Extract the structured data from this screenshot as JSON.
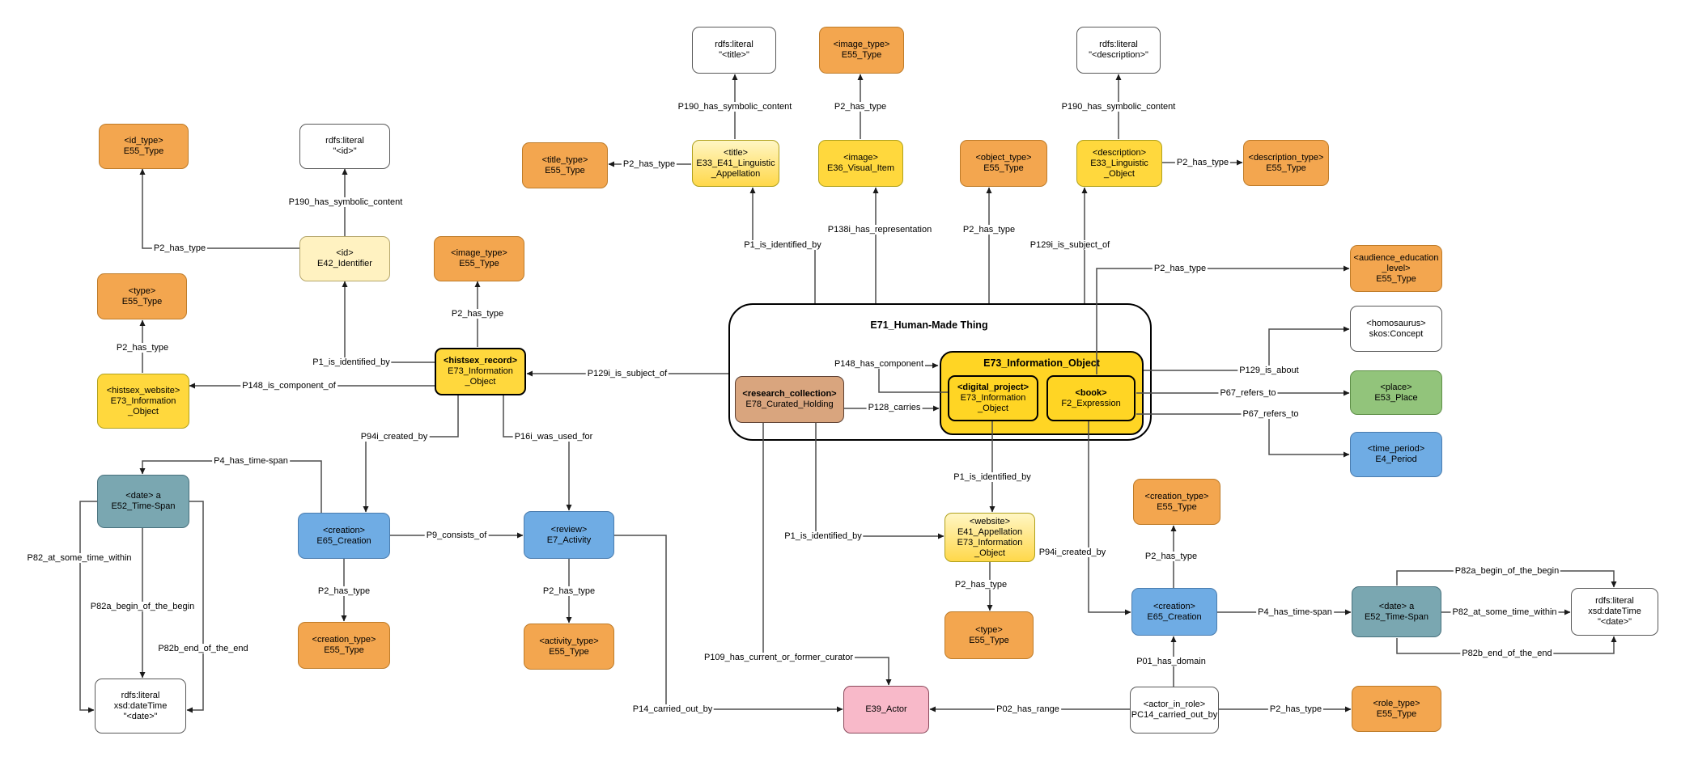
{
  "diagram": {
    "containers": [
      {
        "id": "e71",
        "label": "E71_Human-Made Thing"
      },
      {
        "id": "e73-group",
        "label": "E73_Information_Object"
      }
    ],
    "nodes": [
      {
        "id": "id-type",
        "color": "orange",
        "lines": [
          "<id_type>",
          "E55_Type"
        ]
      },
      {
        "id": "id-literal",
        "color": "white",
        "lines": [
          "rdfs:literal",
          "\"<id>\""
        ]
      },
      {
        "id": "type-left",
        "color": "orange",
        "lines": [
          "<type>",
          "E55_Type"
        ]
      },
      {
        "id": "histsex-website",
        "color": "yellow",
        "lines": [
          "<histsex_website>",
          "E73_Information",
          "_Object"
        ]
      },
      {
        "id": "id",
        "color": "cream",
        "lines": [
          "<id>",
          "E42_Identifier"
        ]
      },
      {
        "id": "image-type-mid",
        "color": "orange",
        "lines": [
          "<image_type>",
          "E55_Type"
        ]
      },
      {
        "id": "histsex-record",
        "color": "yellowBold",
        "bold": 1,
        "lines": [
          "<histsex_record>",
          "E73_Information",
          "_Object"
        ]
      },
      {
        "id": "date-left",
        "color": "teal",
        "lines": [
          "<date> a",
          "E52_Time-Span"
        ]
      },
      {
        "id": "creation-left",
        "color": "blue",
        "lines": [
          "<creation>",
          "E65_Creation"
        ]
      },
      {
        "id": "creation-type-left",
        "color": "orange",
        "lines": [
          "<creation_type>",
          "E55_Type"
        ]
      },
      {
        "id": "review",
        "color": "blue",
        "lines": [
          "<review>",
          "E7_Activity"
        ]
      },
      {
        "id": "activity-type",
        "color": "orange",
        "lines": [
          "<activity_type>",
          "E55_Type"
        ]
      },
      {
        "id": "datetime-left",
        "color": "white",
        "lines": [
          "rdfs:literal",
          "xsd:dateTime",
          "\"<date>\""
        ]
      },
      {
        "id": "title-literal",
        "color": "white",
        "lines": [
          "rdfs:literal",
          "\"<title>\""
        ]
      },
      {
        "id": "image-type-top",
        "color": "orange",
        "lines": [
          "<image_type>",
          "E55_Type"
        ]
      },
      {
        "id": "desc-literal",
        "color": "white",
        "lines": [
          "rdfs:literal",
          "\"<description>\""
        ]
      },
      {
        "id": "title-type",
        "color": "orange",
        "lines": [
          "<title_type>",
          "E55_Type"
        ]
      },
      {
        "id": "title",
        "color": "yellowGrad",
        "lines": [
          "<title>",
          "E33_E41_Linguistic",
          "_Appellation"
        ]
      },
      {
        "id": "image",
        "color": "yellow",
        "lines": [
          "<image>",
          "E36_Visual_Item"
        ]
      },
      {
        "id": "object-type",
        "color": "orange",
        "lines": [
          "<object_type>",
          "E55_Type"
        ]
      },
      {
        "id": "description",
        "color": "yellow",
        "lines": [
          "<description>",
          "E33_Linguistic",
          "_Object"
        ]
      },
      {
        "id": "description-type",
        "color": "orange",
        "lines": [
          "<description_type>",
          "E55_Type"
        ]
      },
      {
        "id": "research-collection",
        "color": "tan",
        "bold": 1,
        "lines": [
          "<research_collection>",
          "E78_Curated_Holding"
        ]
      },
      {
        "id": "digital-project",
        "color": "yellowStrong",
        "bold": 1,
        "lines": [
          "<digital_project>",
          "E73_Information",
          "_Object"
        ]
      },
      {
        "id": "book",
        "color": "yellowStrong",
        "bold": 1,
        "lines": [
          "<book>",
          "F2_Expression"
        ]
      },
      {
        "id": "audience",
        "color": "orange",
        "lines": [
          "<audience_education",
          "_level>",
          "E55_Type"
        ]
      },
      {
        "id": "homosaurus",
        "color": "white",
        "lines": [
          "<homosaurus>",
          "skos:Concept"
        ]
      },
      {
        "id": "place",
        "color": "green",
        "lines": [
          "<place>",
          "E53_Place"
        ]
      },
      {
        "id": "time-period",
        "color": "blue",
        "lines": [
          "<time_period>",
          "E4_Period"
        ]
      },
      {
        "id": "website",
        "color": "yellowGrad",
        "lines": [
          "<website>",
          "E41_Appellation",
          "E73_Information",
          "_Object"
        ]
      },
      {
        "id": "type2",
        "color": "orange",
        "lines": [
          "<type>",
          "E55_Type"
        ]
      },
      {
        "id": "actor",
        "color": "pink",
        "lines": [
          "E39_Actor"
        ]
      },
      {
        "id": "creation-type2",
        "color": "orange",
        "lines": [
          "<creation_type>",
          "E55_Type"
        ]
      },
      {
        "id": "creation2",
        "color": "blue",
        "lines": [
          "<creation>",
          "E65_Creation"
        ]
      },
      {
        "id": "actor-in-role",
        "color": "white",
        "lines": [
          "<actor_in_role>",
          "PC14_carried_out_by"
        ]
      },
      {
        "id": "date2",
        "color": "teal",
        "lines": [
          "<date> a",
          "E52_Time-Span"
        ]
      },
      {
        "id": "datetime2",
        "color": "white",
        "lines": [
          "rdfs:literal",
          "xsd:dateTime",
          "\"<date>\""
        ]
      },
      {
        "id": "role-type",
        "color": "orange",
        "lines": [
          "<role_type>",
          "E55_Type"
        ]
      }
    ],
    "edges": [
      {
        "id": "e-id-idtype",
        "label": "P2_has_type"
      },
      {
        "id": "e-id-literal",
        "label": "P190_has_symbolic_content"
      },
      {
        "id": "e-record-id",
        "label": "P1_is_identified_by"
      },
      {
        "id": "e-website-type",
        "label": "P2_has_type"
      },
      {
        "id": "e-record-website",
        "label": "P148_is_component_of"
      },
      {
        "id": "e-record-imagetype",
        "label": "P2_has_type"
      },
      {
        "id": "e-e71-record",
        "label": "P129i_is_subject_of"
      },
      {
        "id": "e-record-creation",
        "label": "P94i_created_by"
      },
      {
        "id": "e-record-review",
        "label": "P16i_was_used_for"
      },
      {
        "id": "e-creation-date",
        "label": "P4_has_time-span"
      },
      {
        "id": "e-date-within-l",
        "label": "P82_at_some_time_within"
      },
      {
        "id": "e-date-begin-l",
        "label": "P82a_begin_of_the_begin"
      },
      {
        "id": "e-date-end-l",
        "label": "P82b_end_of_the_end"
      },
      {
        "id": "e-creation-ctype",
        "label": "P2_has_type"
      },
      {
        "id": "e-creation-review",
        "label": "P9_consists_of"
      },
      {
        "id": "e-review-atype",
        "label": "P2_has_type"
      },
      {
        "id": "e-review-actor",
        "label": "P14_carried_out_by"
      },
      {
        "id": "e-rc-curator",
        "label": "P109_has_current_or_former_curator"
      },
      {
        "id": "e-rc-website",
        "label": "P1_is_identified_by"
      },
      {
        "id": "e-dp-website",
        "label": "P1_is_identified_by"
      },
      {
        "id": "e-rc-group",
        "label": "P128_carries"
      },
      {
        "id": "e-p148comp",
        "label": "P148_has_component"
      },
      {
        "id": "e-website-type2",
        "label": "P2_has_type"
      },
      {
        "id": "e-book-creation2",
        "label": "P94i_created_by"
      },
      {
        "id": "e-air-creation2",
        "label": "P01_has_domain"
      },
      {
        "id": "e-creation2-ctype2",
        "label": "P2_has_type"
      },
      {
        "id": "e-creation2-date2",
        "label": "P4_has_time-span"
      },
      {
        "id": "e-air-actor",
        "label": "P02_has_range"
      },
      {
        "id": "e-air-roletype",
        "label": "P2_has_type"
      },
      {
        "id": "e-title-literal",
        "label": "P190_has_symbolic_content"
      },
      {
        "id": "e-title-titletype",
        "label": "P2_has_type"
      },
      {
        "id": "e-e71-title",
        "label": "P1_is_identified_by"
      },
      {
        "id": "e-e71-image",
        "label": "P138i_has_representation"
      },
      {
        "id": "e-image-imagetype",
        "label": "P2_has_type"
      },
      {
        "id": "e-e71-objtype",
        "label": "P2_has_type"
      },
      {
        "id": "e-e71-desc",
        "label": "P129i_is_subject_of"
      },
      {
        "id": "e-desc-literal",
        "label": "P190_has_symbolic_content"
      },
      {
        "id": "e-desc-desctype",
        "label": "P2_has_type"
      },
      {
        "id": "e-book-audience",
        "label": "P2_has_type"
      },
      {
        "id": "e-group-homo",
        "label": "P129_is_about"
      },
      {
        "id": "e-book-place",
        "label": "P67_refers_to"
      },
      {
        "id": "e-book-time",
        "label": "P67_refers_to"
      },
      {
        "id": "e-date2-begin",
        "label": "P82a_begin_of_the_begin"
      },
      {
        "id": "e-date2-within",
        "label": "P82_at_some_time_within"
      },
      {
        "id": "e-date2-end",
        "label": "P82b_end_of_the_end"
      }
    ],
    "colors": {
      "orange": {
        "fill": "#F3A64F",
        "stroke": "#BE7B28"
      },
      "yellow": {
        "fill": "#FFD83D",
        "stroke": "#B0A11C"
      },
      "yellowBold": {
        "fill": "#FFD83D",
        "stroke": "#000000"
      },
      "yellowStrong": {
        "fill": "#FFD524",
        "stroke": "#000000"
      },
      "yellowGrad": {
        "fill": "#FFE684",
        "stroke": "#B0A11C"
      },
      "cream": {
        "fill": "#FFF2C1",
        "stroke": "#B5A66B"
      },
      "tan": {
        "fill": "#D9A57E",
        "stroke": "#5C4033"
      },
      "teal": {
        "fill": "#7AA7B1",
        "stroke": "#48717D"
      },
      "blue": {
        "fill": "#6FACE4",
        "stroke": "#4A7CAE"
      },
      "green": {
        "fill": "#92C47B",
        "stroke": "#5E8F47"
      },
      "pink": {
        "fill": "#F8B9C9",
        "stroke": "#8A4A5C"
      },
      "white": {
        "fill": "#FFFFFF",
        "stroke": "#595959"
      },
      "line": "#4D4D4D",
      "arrow": "#1A1A1A"
    }
  }
}
